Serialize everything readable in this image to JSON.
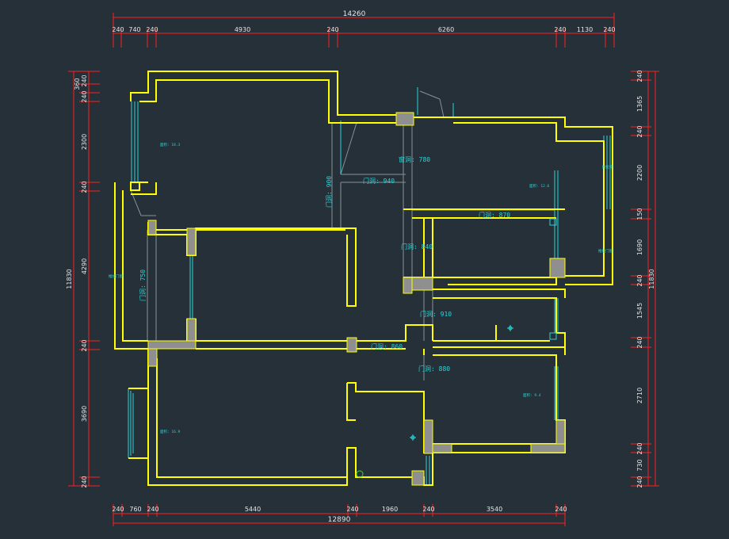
{
  "top_dimensions": {
    "overall": "14260",
    "segments": [
      "240",
      "740",
      "240",
      "4930",
      "240",
      "6260",
      "240",
      "1130",
      "240"
    ]
  },
  "bottom_dimensions": {
    "overall": "12890",
    "segments": [
      "240",
      "760",
      "240",
      "5440",
      "240",
      "1960",
      "240",
      "3540",
      "240"
    ]
  },
  "left_dimensions": {
    "overall": "11830",
    "segments": [
      "360",
      "240",
      "240",
      "2300",
      "240",
      "4290",
      "240",
      "3690",
      "240"
    ]
  },
  "right_dimensions": {
    "overall": "11830",
    "segments": [
      "240",
      "1365",
      "240",
      "2200",
      "150",
      "1690",
      "240",
      "1545",
      "240",
      "2710",
      "240",
      "730",
      "240"
    ]
  },
  "annotations": [
    "门洞: 940",
    "窗洞: 780",
    "门洞: 870",
    "门洞: 840",
    "门洞: 910",
    "门洞: 860",
    "门洞: 880",
    "门洞: 750",
    "门洞: 900",
    "推拉门窗",
    "推拉门窗",
    "推拉窗",
    "面积: 18.3",
    "面积: 12.6",
    "面积: 16.9",
    "面积: 9.4"
  ],
  "colors": {
    "background": "#263039",
    "walls": "#ffff00",
    "dimensions": "#ff2020",
    "windows": "#28d6d6",
    "columns": "#8a8a8a",
    "text": "#e6e6e6"
  }
}
